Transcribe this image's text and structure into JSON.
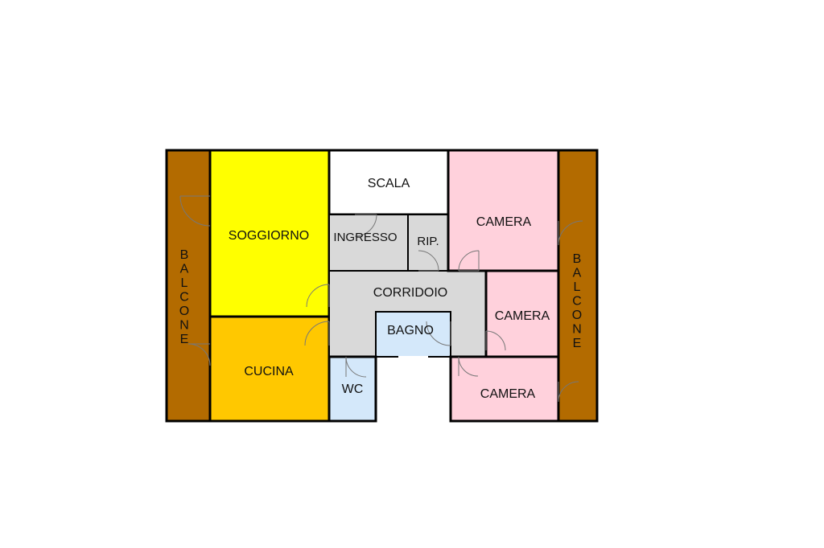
{
  "colors": {
    "wall": "#000000",
    "balcony": "#b36b00",
    "living": "#ffff00",
    "kitchen": "#ffc800",
    "bedroom": "#ffd1dc",
    "bath": "#d4e8fa",
    "corridor": "#d9d9d9",
    "stair": "#ffffff"
  },
  "rooms": {
    "scala": "SCALA",
    "soggiorno": "SOGGIORNO",
    "ingresso": "INGRESSO",
    "rip": "RIP.",
    "camera_top": "CAMERA",
    "corridoio": "CORRIDOIO",
    "camera_mid": "CAMERA",
    "bagno": "BAGNO",
    "cucina": "CUCINA",
    "wc": "WC",
    "camera_bottom": "CAMERA",
    "balcone_left": "BALCONE",
    "balcone_right": "BALCONE"
  }
}
